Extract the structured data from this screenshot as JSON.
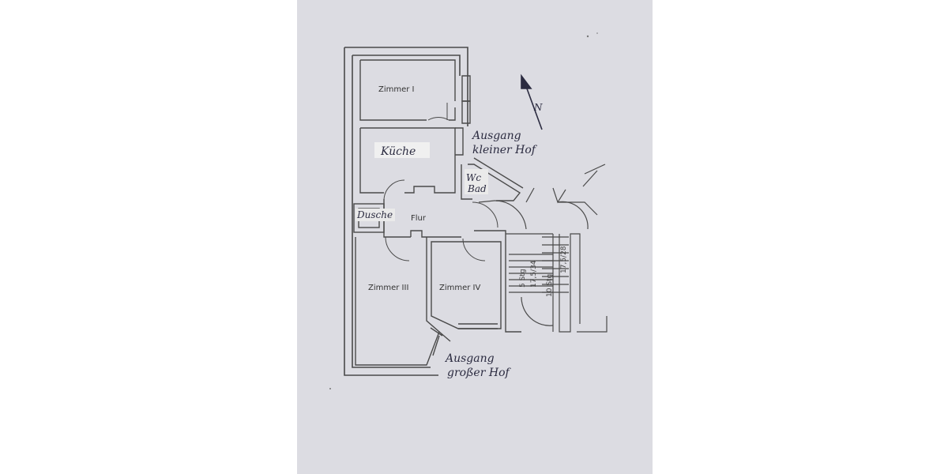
{
  "rooms": {
    "zimmer1": "Zimmer  I",
    "kueche": "Küche",
    "wc_bad_line1": "Wc",
    "wc_bad_line2": "Bad",
    "dusche": "Dusche",
    "flur": "Flur",
    "zimmer3": "Zimmer III",
    "zimmer4": "Zimmer IV"
  },
  "exits": {
    "small_yard_line1": "Ausgang",
    "small_yard_line2": "kleiner Hof",
    "big_yard_line1": "Ausgang",
    "big_yard_line2": "großer Hof"
  },
  "stairs": {
    "left_steps": "5 Stg",
    "left_dim": "17,5/34",
    "right_steps": "10 Stg",
    "right_dim": "17,5/28"
  },
  "compass": {
    "north_label": "N"
  },
  "colors": {
    "paper": "#dcdce2",
    "wall": "#4a4a4a",
    "handwriting": "#2b2b40"
  }
}
